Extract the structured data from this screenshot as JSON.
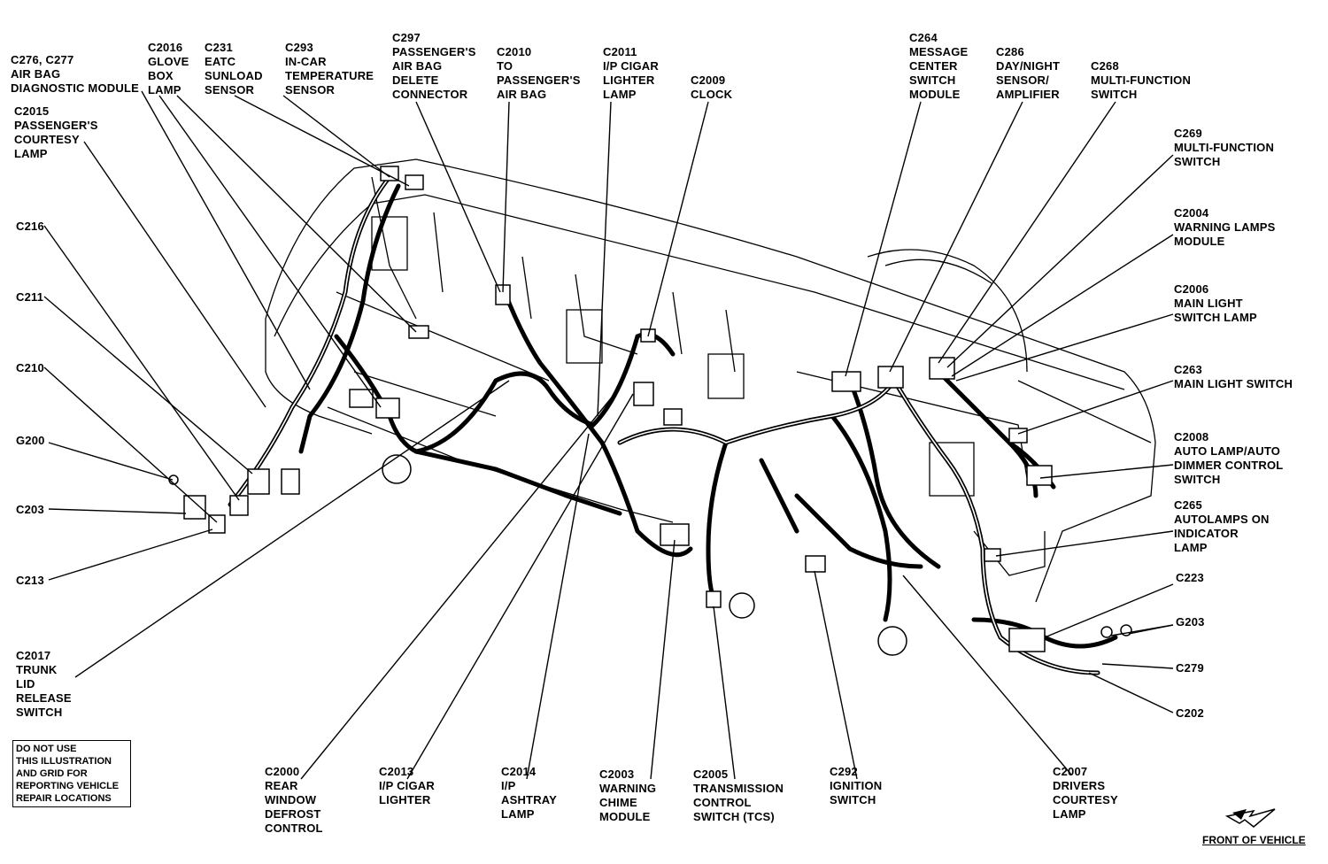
{
  "labels": {
    "c276_c277": "C276, C277\nAIR BAG\nDIAGNOSTIC MODULE",
    "c2016": "C2016\nGLOVE\nBOX\nLAMP",
    "c231": "C231\nEATC\nSUNLOAD\nSENSOR",
    "c293": "C293\nIN-CAR\nTEMPERATURE\nSENSOR",
    "c297": "C297\nPASSENGER'S\nAIR BAG\nDELETE\nCONNECTOR",
    "c2010": "C2010\nTO\nPASSENGER'S\nAIR BAG",
    "c2011": "C2011\nI/P CIGAR\nLIGHTER\nLAMP",
    "c2009": "C2009\nCLOCK",
    "c264": "C264\nMESSAGE\nCENTER\nSWITCH\nMODULE",
    "c286": "C286\nDAY/NIGHT\nSENSOR/\nAMPLIFIER",
    "c268": "C268\nMULTI-FUNCTION\nSWITCH",
    "c2015": "C2015\nPASSENGER'S\nCOURTESY\nLAMP",
    "c269": "C269\nMULTI-FUNCTION\nSWITCH",
    "c2004": "C2004\nWARNING LAMPS\nMODULE",
    "c216": "C216",
    "c2006": "C2006\nMAIN LIGHT\nSWITCH LAMP",
    "c211": "C211",
    "c263": "C263\nMAIN LIGHT SWITCH",
    "c210": "C210",
    "c2008": "C2008\nAUTO LAMP/AUTO\nDIMMER CONTROL\nSWITCH",
    "g200": "G200",
    "c203": "C203",
    "c265": "C265\nAUTOLAMPS ON\nINDICATOR\nLAMP",
    "c213": "C213",
    "c223": "C223",
    "g203": "G203",
    "c2017": "C2017\nTRUNK\nLID\nRELEASE\nSWITCH",
    "c279": "C279",
    "c202": "C202",
    "c2000": "C2000\nREAR\nWINDOW\nDEFROST\nCONTROL",
    "c2013": "C2013\nI/P CIGAR\nLIGHTER",
    "c2014": "C2014\nI/P\nASHTRAY\nLAMP",
    "c2003": "C2003\nWARNING\nCHIME\nMODULE",
    "c2005": "C2005\nTRANSMISSION\nCONTROL\nSWITCH (TCS)",
    "c292": "C292\nIGNITION\nSWITCH",
    "c2007": "C2007\nDRIVERS\nCOURTESY\nLAMP"
  },
  "note": "DO NOT USE\nTHIS ILLUSTRATION\nAND GRID FOR\nREPORTING VEHICLE\nREPAIR LOCATIONS",
  "front_of_vehicle": "FRONT OF VEHICLE"
}
